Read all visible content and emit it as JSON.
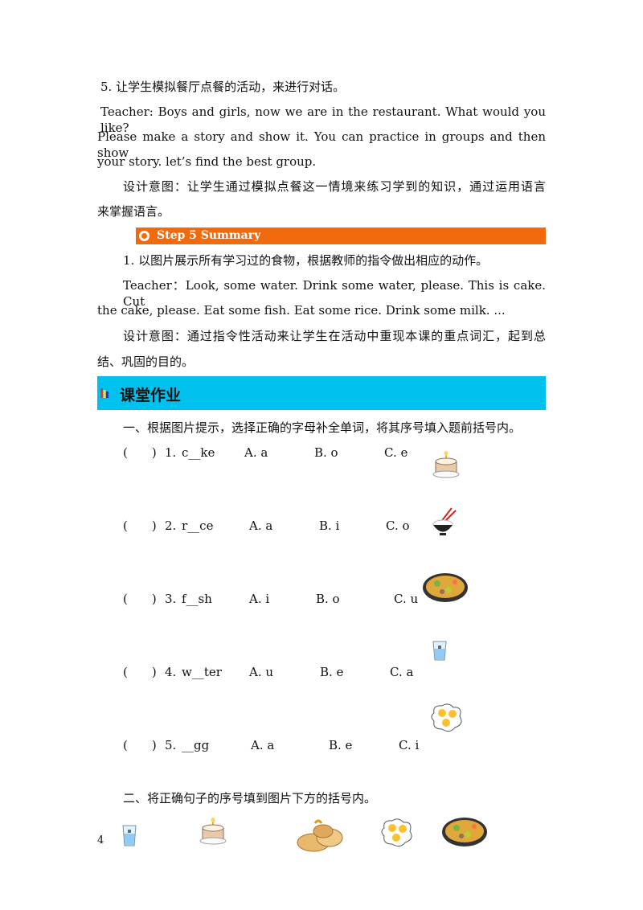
{
  "lines": {
    "l1": "5. 让学生模拟餐厅点餐的活动，来进行对话。",
    "l2": "Teacher: Boys and girls, now we are in the restaurant. What would you like?",
    "l3": "Please make a story and show it. You can practice in groups and then show",
    "l4": "your story. let’s find the best group.",
    "l5": "设计意图：让学生通过模拟点餐这一情境来练习学到的知识，通过运用语言",
    "l6": "来掌握语言。",
    "step_bar": "Step 5 Summary",
    "l7": "1. 以图片展示所有学习过的食物，根据教师的指令做出相应的动作。",
    "l8": "Teacher：Look, some water. Drink some water, please. This is cake. Cut",
    "l9": "the cake, please. Eat some fish. Eat some rice. Drink some milk. ...",
    "l10": "设计意图：通过指令性活动来让学生在活动中重现本课的重点词汇，起到总",
    "l11": "结、巩固的目的。"
  },
  "homework": {
    "title": "课堂作业",
    "part1_instruction": "一、根据图片提示，选择正确的字母补全单词，将其序号填入题前括号内。",
    "questions": [
      {
        "bracket": "(　　)",
        "num": "1.",
        "word": "c__ke",
        "a": "A.  a",
        "b": "B.  o",
        "c": "C.  e",
        "icon": "cake-icon"
      },
      {
        "bracket": "(　　)",
        "num": "2.",
        "word": "r__ce",
        "a": "A.  a",
        "b": "B.  i",
        "c": "C.  o",
        "icon": "rice-bowl-icon"
      },
      {
        "bracket": "(　　)",
        "num": "3.",
        "word": "f__sh",
        "a": "A.  i",
        "b": "B.  o",
        "c": "C.  u",
        "icon": "fish-dish-icon"
      },
      {
        "bracket": "(　　)",
        "num": "4.",
        "word": "w__ter",
        "a": "A.  u",
        "b": "B.  e",
        "c": "C.  a",
        "icon": "water-glass-icon"
      },
      {
        "bracket": "(　　)",
        "num": "5.",
        "word": "__gg",
        "a": "A.  a",
        "b": "B.  e",
        "c": "C.  i",
        "icon": "egg-icon"
      }
    ],
    "part2_instruction": "二、将正确句子的序号填到图片下方的括号内。"
  },
  "page_number": "4"
}
